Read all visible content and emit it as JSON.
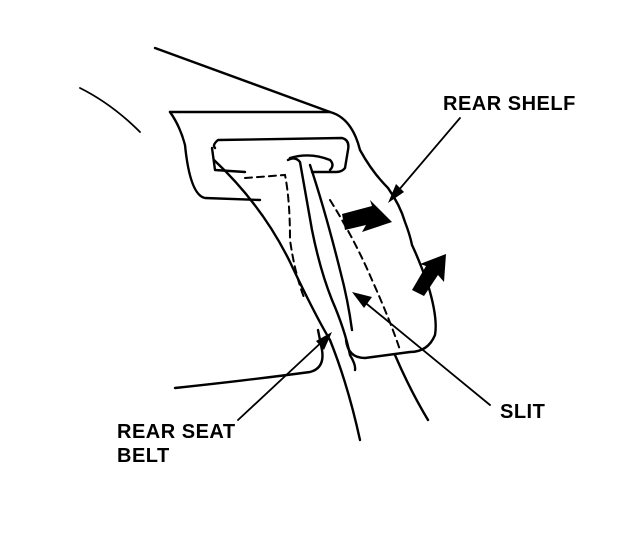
{
  "labels": {
    "rear_shelf": "REAR SHELF",
    "slit": "SLIT",
    "rear_seat_belt_line1": "REAR SEAT",
    "rear_seat_belt_line2": "BELT"
  },
  "colors": {
    "ink": "#000000",
    "background": "#ffffff"
  }
}
